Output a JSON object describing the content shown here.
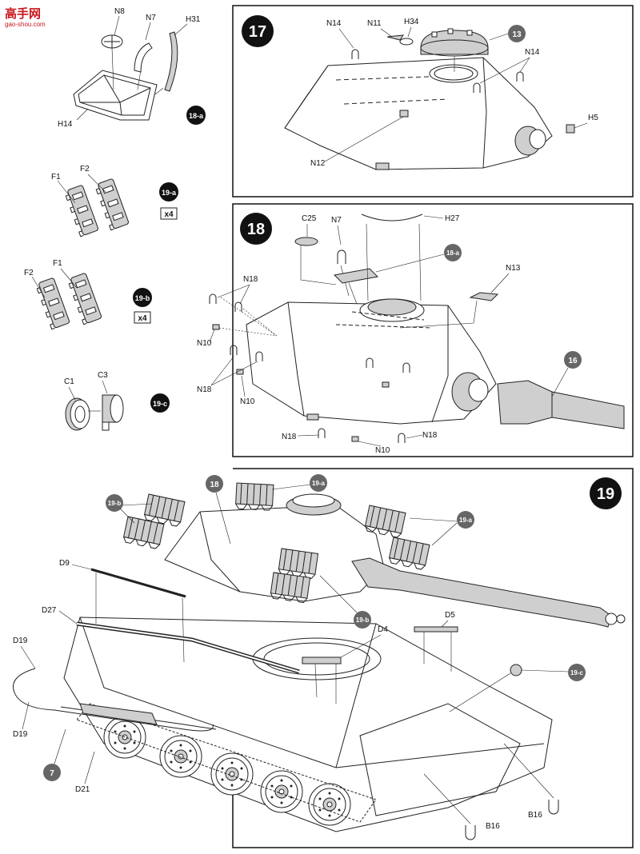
{
  "watermark": {
    "title": "高手网",
    "url": "gao-shou.com"
  },
  "steps": {
    "s17": {
      "number": "17"
    },
    "s18": {
      "number": "18"
    },
    "s19": {
      "number": "19"
    }
  },
  "subassemblies": {
    "a18": {
      "tag": "18-a",
      "parts": {
        "n8": "N8",
        "n7": "N7",
        "h31": "H31",
        "h14": "H14"
      }
    },
    "a19a": {
      "tag": "19-a",
      "multiplier": "x4",
      "parts": {
        "f1": "F1",
        "f2": "F2"
      }
    },
    "a19b": {
      "tag": "19-b",
      "multiplier": "x4",
      "parts": {
        "f2": "F2",
        "f1": "F1"
      }
    },
    "a19c": {
      "tag": "19-c",
      "parts": {
        "c1": "C1",
        "c3": "C3"
      }
    }
  },
  "step17_labels": {
    "n14a": "N14",
    "n11": "N11",
    "h34": "H34",
    "ref13": "13",
    "n14b": "N14",
    "n12": "N12",
    "h5": "H5"
  },
  "step18_labels": {
    "c25": "C25",
    "n7": "N7",
    "h27": "H27",
    "ref18a": "18-a",
    "n13": "N13",
    "n18a": "N18",
    "n10a": "N10",
    "n18b": "N18",
    "n10b": "N10",
    "ref16": "16",
    "n18c": "N18",
    "n10c": "N10",
    "n18d": "N18"
  },
  "step19_labels": {
    "ref18": "18",
    "ref19b1": "19-b",
    "ref19a1": "19-a",
    "ref19a2": "19-a",
    "ref19b2": "19-b",
    "d9": "D9",
    "d27": "D27",
    "d4": "D4",
    "d5": "D5",
    "d19a": "D19",
    "d19b": "D19",
    "ref19c": "19-c",
    "ref7": "7",
    "d21": "D21",
    "b16a": "B16",
    "b16b": "B16"
  }
}
